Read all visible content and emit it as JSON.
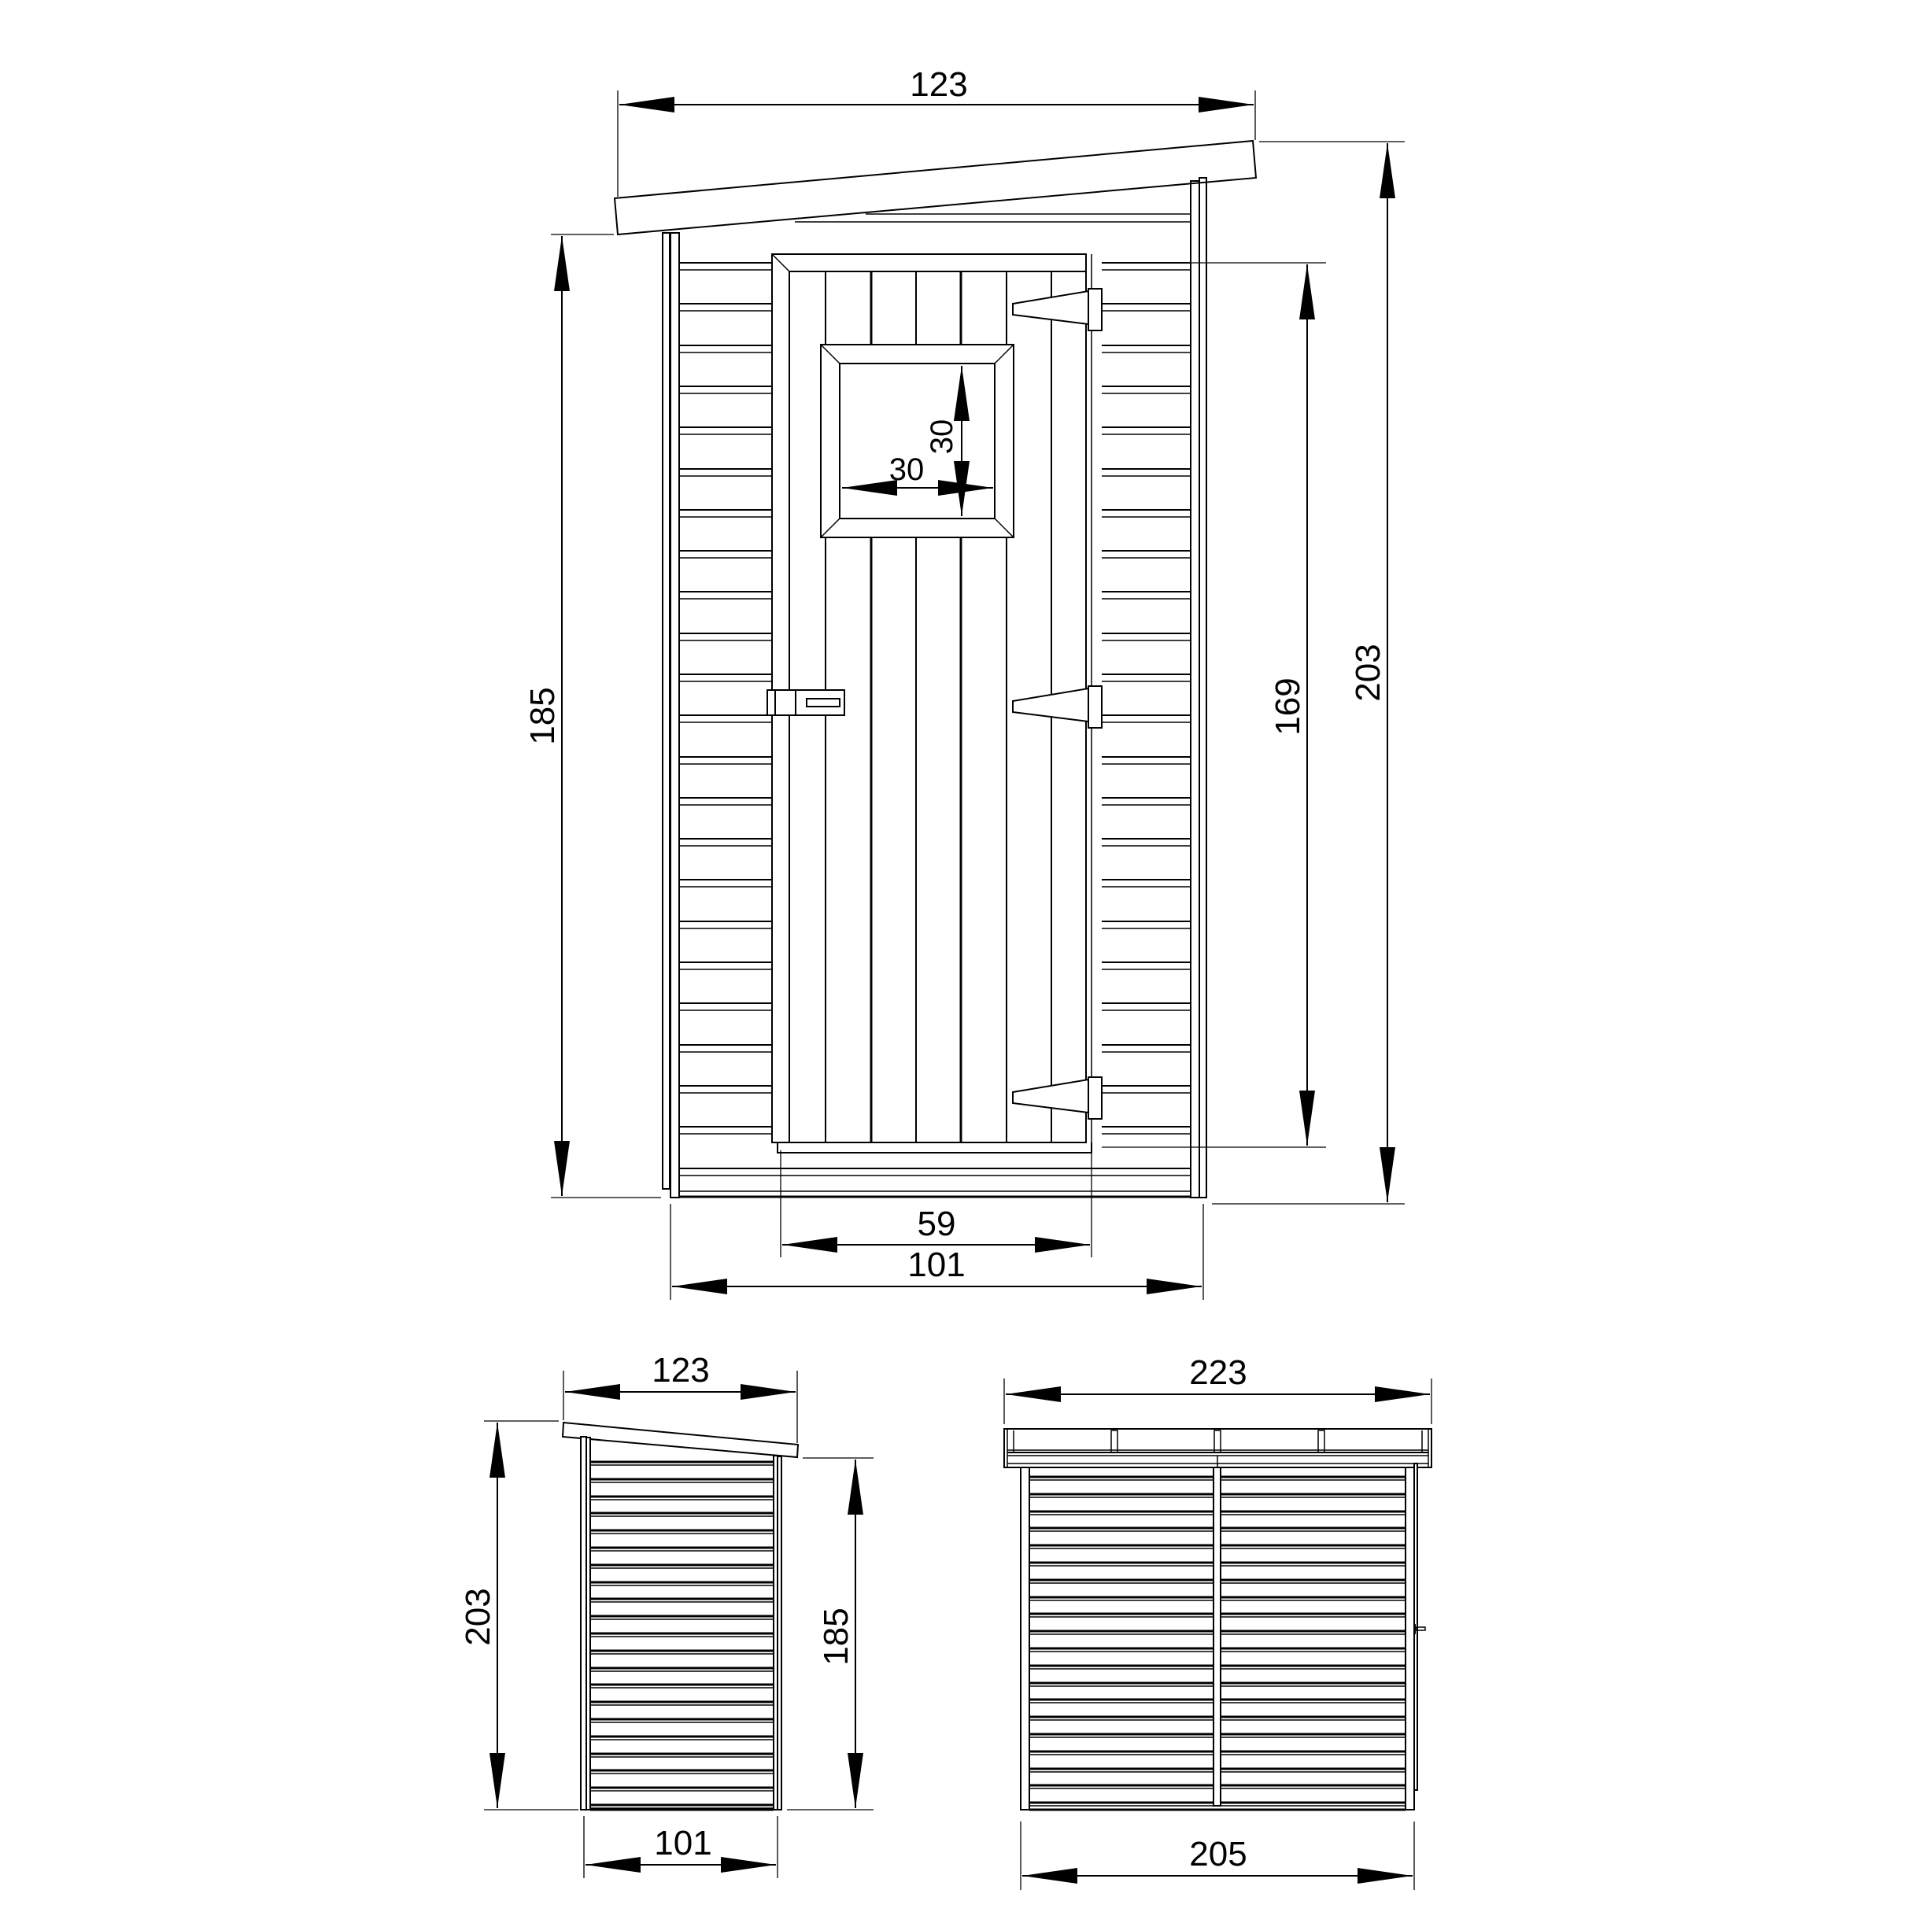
{
  "drawing": {
    "title": "Garden shed technical drawing (front, side and back elevations)",
    "units": "cm",
    "colors": {
      "line": "#000000",
      "background": "#ffffff"
    }
  },
  "front_view": {
    "dimensions": {
      "roof_width": "123",
      "total_height": "203",
      "wall_height": "185",
      "door_height": "169",
      "door_width": "59",
      "wall_width": "101",
      "window_width": "30",
      "window_height": "30"
    },
    "hardware": [
      "top-hinge",
      "middle-hinge",
      "bottom-hinge",
      "door-latch"
    ]
  },
  "side_view": {
    "dimensions": {
      "roof_width": "123",
      "total_height": "203",
      "wall_height": "185",
      "wall_width": "101"
    }
  },
  "back_view": {
    "dimensions": {
      "roof_width": "223",
      "wall_width": "205"
    }
  }
}
